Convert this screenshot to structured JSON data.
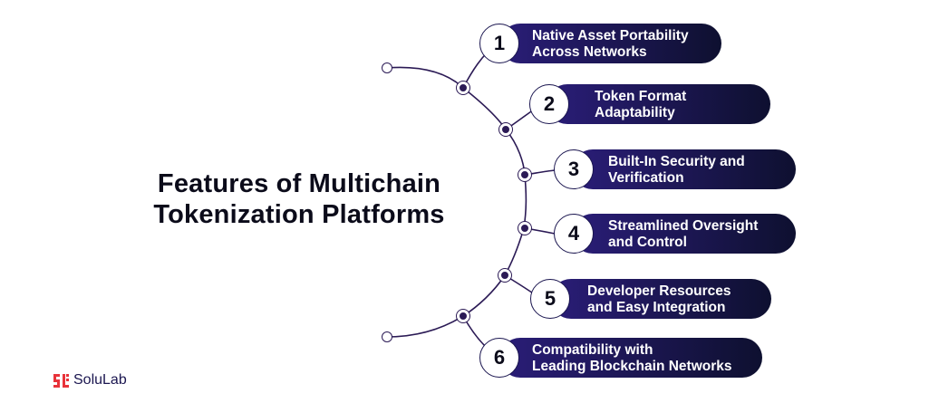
{
  "title": {
    "line1": "Features of Multichain",
    "line2": "Tokenization Platforms"
  },
  "features": [
    {
      "number": "1",
      "line1": "Native Asset Portability",
      "line2": "Across Networks"
    },
    {
      "number": "2",
      "line1": "Token Format",
      "line2": "Adaptability"
    },
    {
      "number": "3",
      "line1": "Built-In Security and",
      "line2": "Verification"
    },
    {
      "number": "4",
      "line1": "Streamlined Oversight",
      "line2": "and Control"
    },
    {
      "number": "5",
      "line1": "Developer Resources",
      "line2": "and Easy Integration"
    },
    {
      "number": "6",
      "line1": "Compatibility with",
      "line2": "Leading Blockchain Networks"
    }
  ],
  "brand": {
    "name": "SoluLab",
    "logo_icon": "solulab-logo-icon"
  },
  "colors": {
    "pill_start": "#2a1d78",
    "pill_end": "#0e1030",
    "accent": "#2b1a55",
    "logo_red": "#e8333a"
  }
}
